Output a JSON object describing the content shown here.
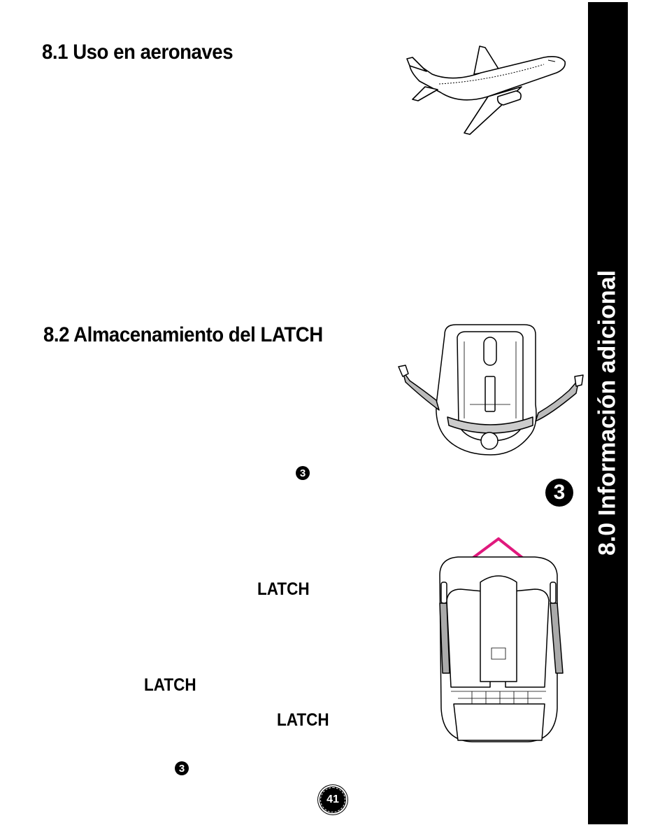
{
  "sections": {
    "aircraft": {
      "heading": "8.1 Uso en aeronaves"
    },
    "latch_storage": {
      "heading": "8.2 Almacenamiento del LATCH"
    }
  },
  "body_labels": {
    "latch_1": "LATCH",
    "latch_2": "LATCH",
    "latch_3": "LATCH",
    "figure_ref_1": "3",
    "figure_ref_2": "3"
  },
  "figure": {
    "number": "3"
  },
  "side_tab": {
    "title": "8.0 Información adicional"
  },
  "footer": {
    "page_number": "41"
  },
  "colors": {
    "accent_arrow": "#e0197d",
    "tab_background": "#000000"
  },
  "icons": [
    "airplane-illustration",
    "car-seat-illustration",
    "car-seat-latch-illustration"
  ]
}
